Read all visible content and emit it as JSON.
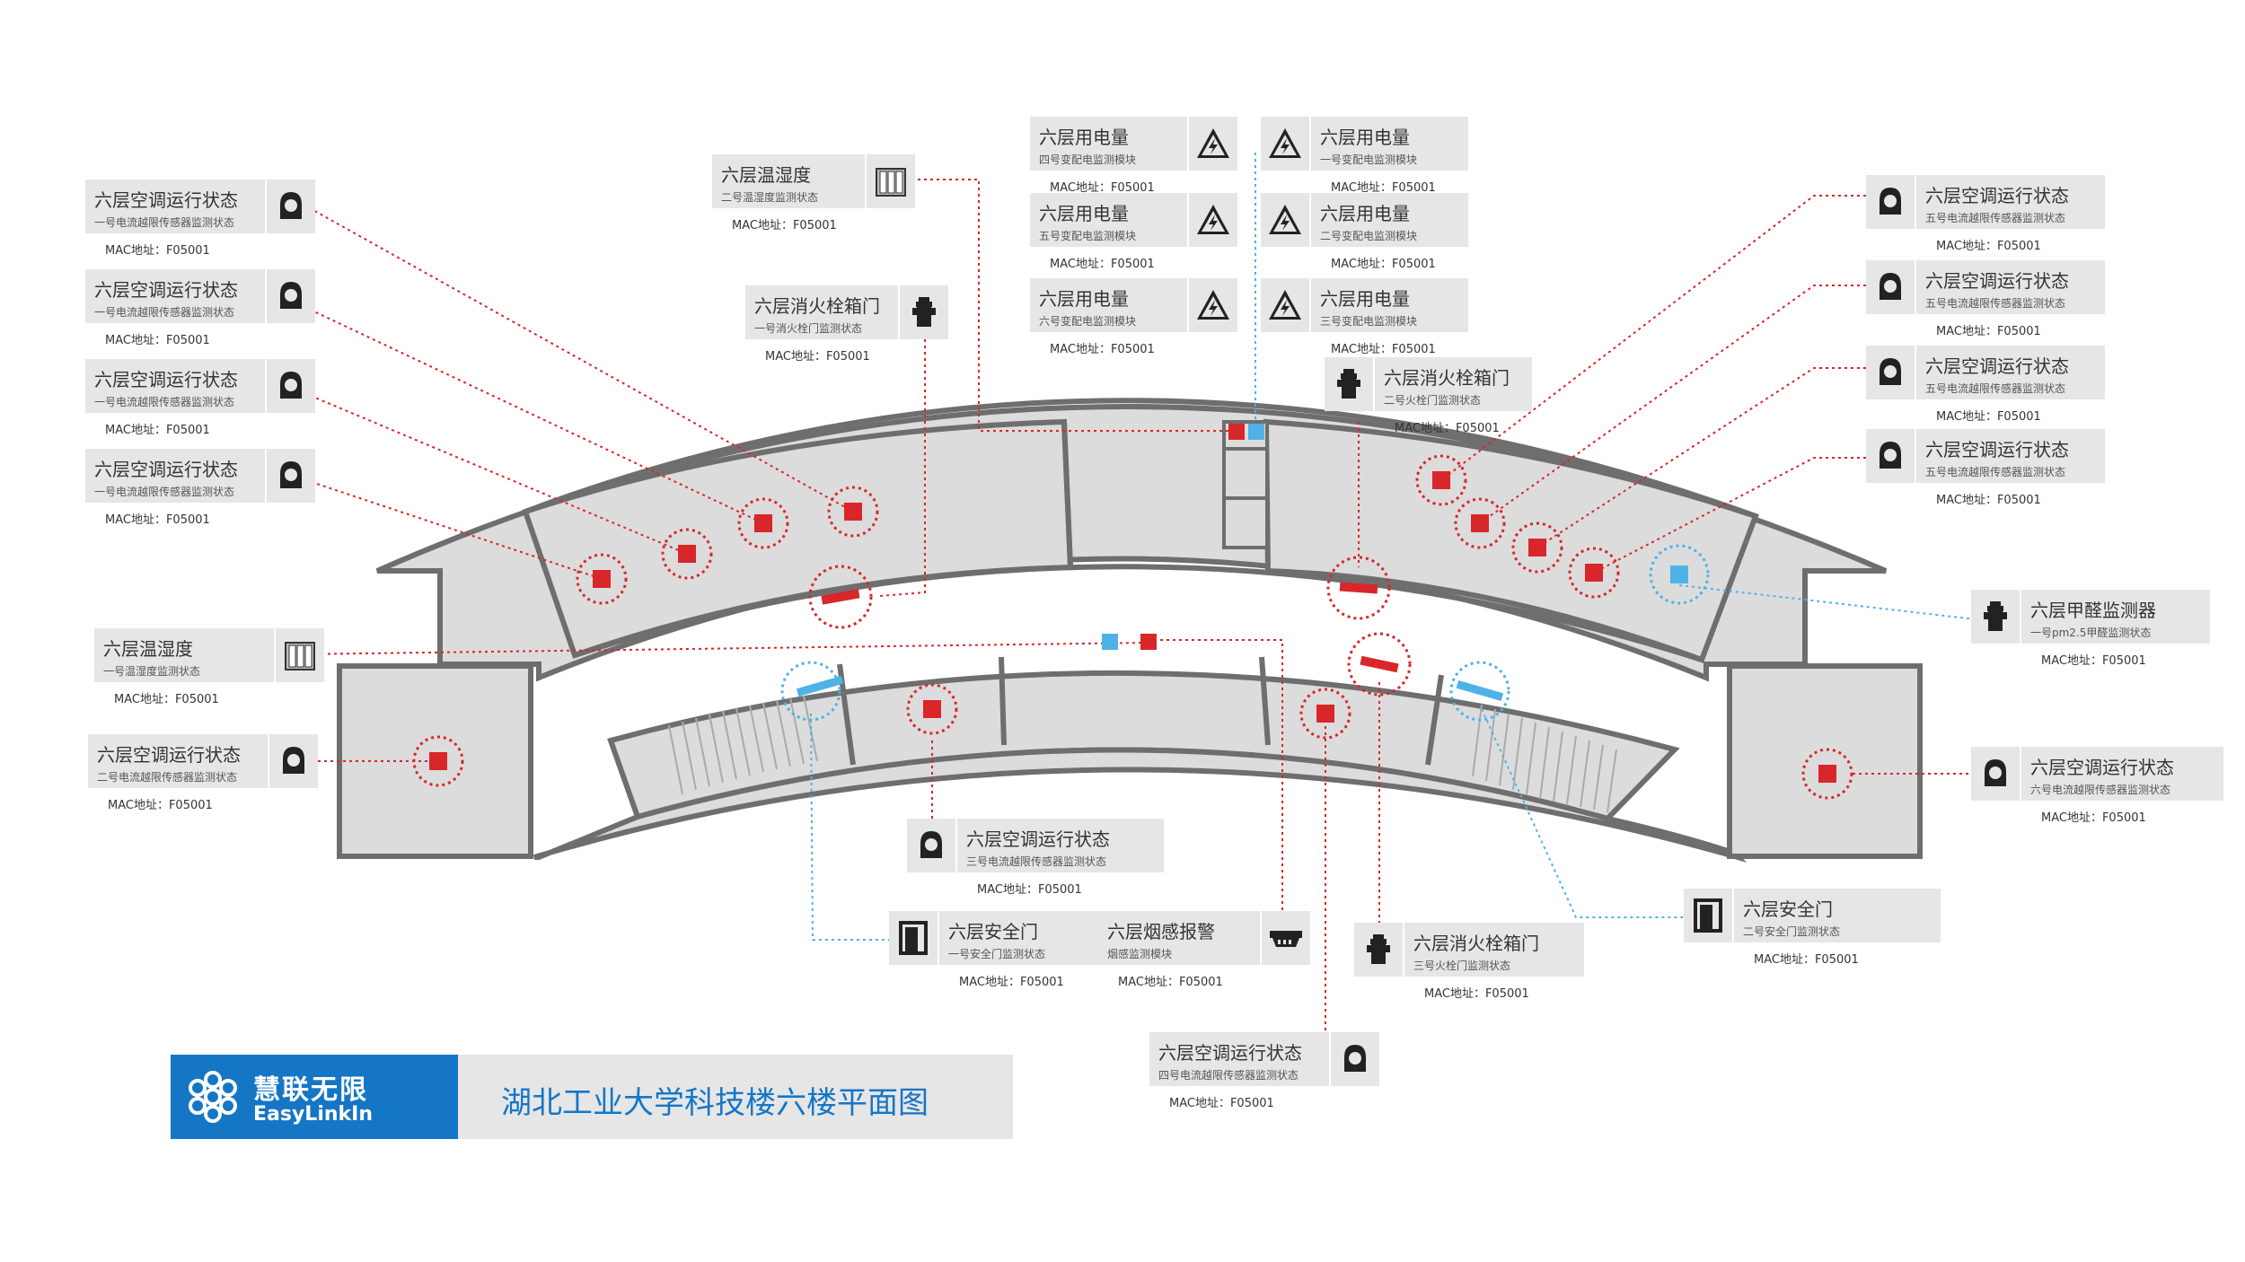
{
  "title": "湖北工业大学科技楼六楼平面图",
  "logo": {
    "cn": "慧联无限",
    "en": "EasyLinkIn"
  },
  "colors": {
    "accent": "#1576c6",
    "alarm": "#d9262a",
    "sensor_blue": "#4fb2e6",
    "wall": "#6e6e6e",
    "floor": "#dcdcdc",
    "card": "#e6e6e6"
  },
  "cards": [
    {
      "id": "ac-l1",
      "title": "六层空调运行状态",
      "sub": "一号电流越限传感器监测状态",
      "mac": "MAC地址：F05001",
      "icon": "current-clamp-icon"
    },
    {
      "id": "ac-l2",
      "title": "六层空调运行状态",
      "sub": "一号电流越限传感器监测状态",
      "mac": "MAC地址：F05001",
      "icon": "current-clamp-icon"
    },
    {
      "id": "ac-l3",
      "title": "六层空调运行状态",
      "sub": "一号电流越限传感器监测状态",
      "mac": "MAC地址：F05001",
      "icon": "current-clamp-icon"
    },
    {
      "id": "ac-l4",
      "title": "六层空调运行状态",
      "sub": "一号电流越限传感器监测状态",
      "mac": "MAC地址：F05001",
      "icon": "current-clamp-icon"
    },
    {
      "id": "th-l",
      "title": "六层温湿度",
      "sub": "一号温湿度监测状态",
      "mac": "MAC地址：F05001",
      "icon": "thermo-hygro-icon"
    },
    {
      "id": "ac-l5",
      "title": "六层空调运行状态",
      "sub": "二号电流越限传感器监测状态",
      "mac": "MAC地址：F05001",
      "icon": "current-clamp-icon"
    },
    {
      "id": "th-top",
      "title": "六层温湿度",
      "sub": "二号温湿度监测状态",
      "mac": "MAC地址：F05001",
      "icon": "thermo-hygro-icon"
    },
    {
      "id": "fire-1",
      "title": "六层消火栓箱门",
      "sub": "一号消火栓门监测状态",
      "mac": "MAC地址：F05001",
      "icon": "hydrant-icon"
    },
    {
      "id": "pw-l1",
      "title": "六层用电量",
      "sub": "四号变配电监测模块",
      "mac": "MAC地址：F05001",
      "icon": "high-voltage-icon"
    },
    {
      "id": "pw-l2",
      "title": "六层用电量",
      "sub": "五号变配电监测模块",
      "mac": "MAC地址：F05001",
      "icon": "high-voltage-icon"
    },
    {
      "id": "pw-l3",
      "title": "六层用电量",
      "sub": "六号变配电监测模块",
      "mac": "MAC地址：F05001",
      "icon": "high-voltage-icon"
    },
    {
      "id": "pw-r1",
      "title": "六层用电量",
      "sub": "一号变配电监测模块",
      "mac": "MAC地址：F05001",
      "icon": "high-voltage-icon"
    },
    {
      "id": "pw-r2",
      "title": "六层用电量",
      "sub": "二号变配电监测模块",
      "mac": "MAC地址：F05001",
      "icon": "high-voltage-icon"
    },
    {
      "id": "pw-r3",
      "title": "六层用电量",
      "sub": "三号变配电监测模块",
      "mac": "MAC地址：F05001",
      "icon": "high-voltage-icon"
    },
    {
      "id": "fire-2",
      "title": "六层消火栓箱门",
      "sub": "二号火栓门监测状态",
      "mac": "MAC地址：F05001",
      "icon": "hydrant-icon"
    },
    {
      "id": "ac-r1",
      "title": "六层空调运行状态",
      "sub": "五号电流越限传感器监测状态",
      "mac": "MAC地址：F05001",
      "icon": "current-clamp-icon"
    },
    {
      "id": "ac-r2",
      "title": "六层空调运行状态",
      "sub": "五号电流越限传感器监测状态",
      "mac": "MAC地址：F05001",
      "icon": "current-clamp-icon"
    },
    {
      "id": "ac-r3",
      "title": "六层空调运行状态",
      "sub": "五号电流越限传感器监测状态",
      "mac": "MAC地址：F05001",
      "icon": "current-clamp-icon"
    },
    {
      "id": "ac-r4",
      "title": "六层空调运行状态",
      "sub": "五号电流越限传感器监测状态",
      "mac": "MAC地址：F05001",
      "icon": "current-clamp-icon"
    },
    {
      "id": "hcho",
      "title": "六层甲醛监测器",
      "sub": "一号pm2.5甲醛监测状态",
      "mac": "MAC地址：F05001",
      "icon": "hydrant-icon"
    },
    {
      "id": "ac-r5",
      "title": "六层空调运行状态",
      "sub": "六号电流越限传感器监测状态",
      "mac": "MAC地址：F05001",
      "icon": "current-clamp-icon"
    },
    {
      "id": "ac-b1",
      "title": "六层空调运行状态",
      "sub": "三号电流越限传感器监测状态",
      "mac": "MAC地址：F05001",
      "icon": "current-clamp-icon"
    },
    {
      "id": "door-1",
      "title": "六层安全门",
      "sub": "一号安全门监测状态",
      "mac": "MAC地址：F05001",
      "icon": "door-icon"
    },
    {
      "id": "smoke",
      "title": "六层烟感报警",
      "sub": "烟感监测模块",
      "mac": "MAC地址：F05001",
      "icon": "smoke-detector-icon"
    },
    {
      "id": "fire-3",
      "title": "六层消火栓箱门",
      "sub": "三号火栓门监测状态",
      "mac": "MAC地址：F05001",
      "icon": "hydrant-icon"
    },
    {
      "id": "door-2",
      "title": "六层安全门",
      "sub": "二号安全门监测状态",
      "mac": "MAC地址：F05001",
      "icon": "door-icon"
    },
    {
      "id": "ac-b2",
      "title": "六层空调运行状态",
      "sub": "四号电流越限传感器监测状态",
      "mac": "MAC地址：F05001",
      "icon": "current-clamp-icon"
    }
  ]
}
